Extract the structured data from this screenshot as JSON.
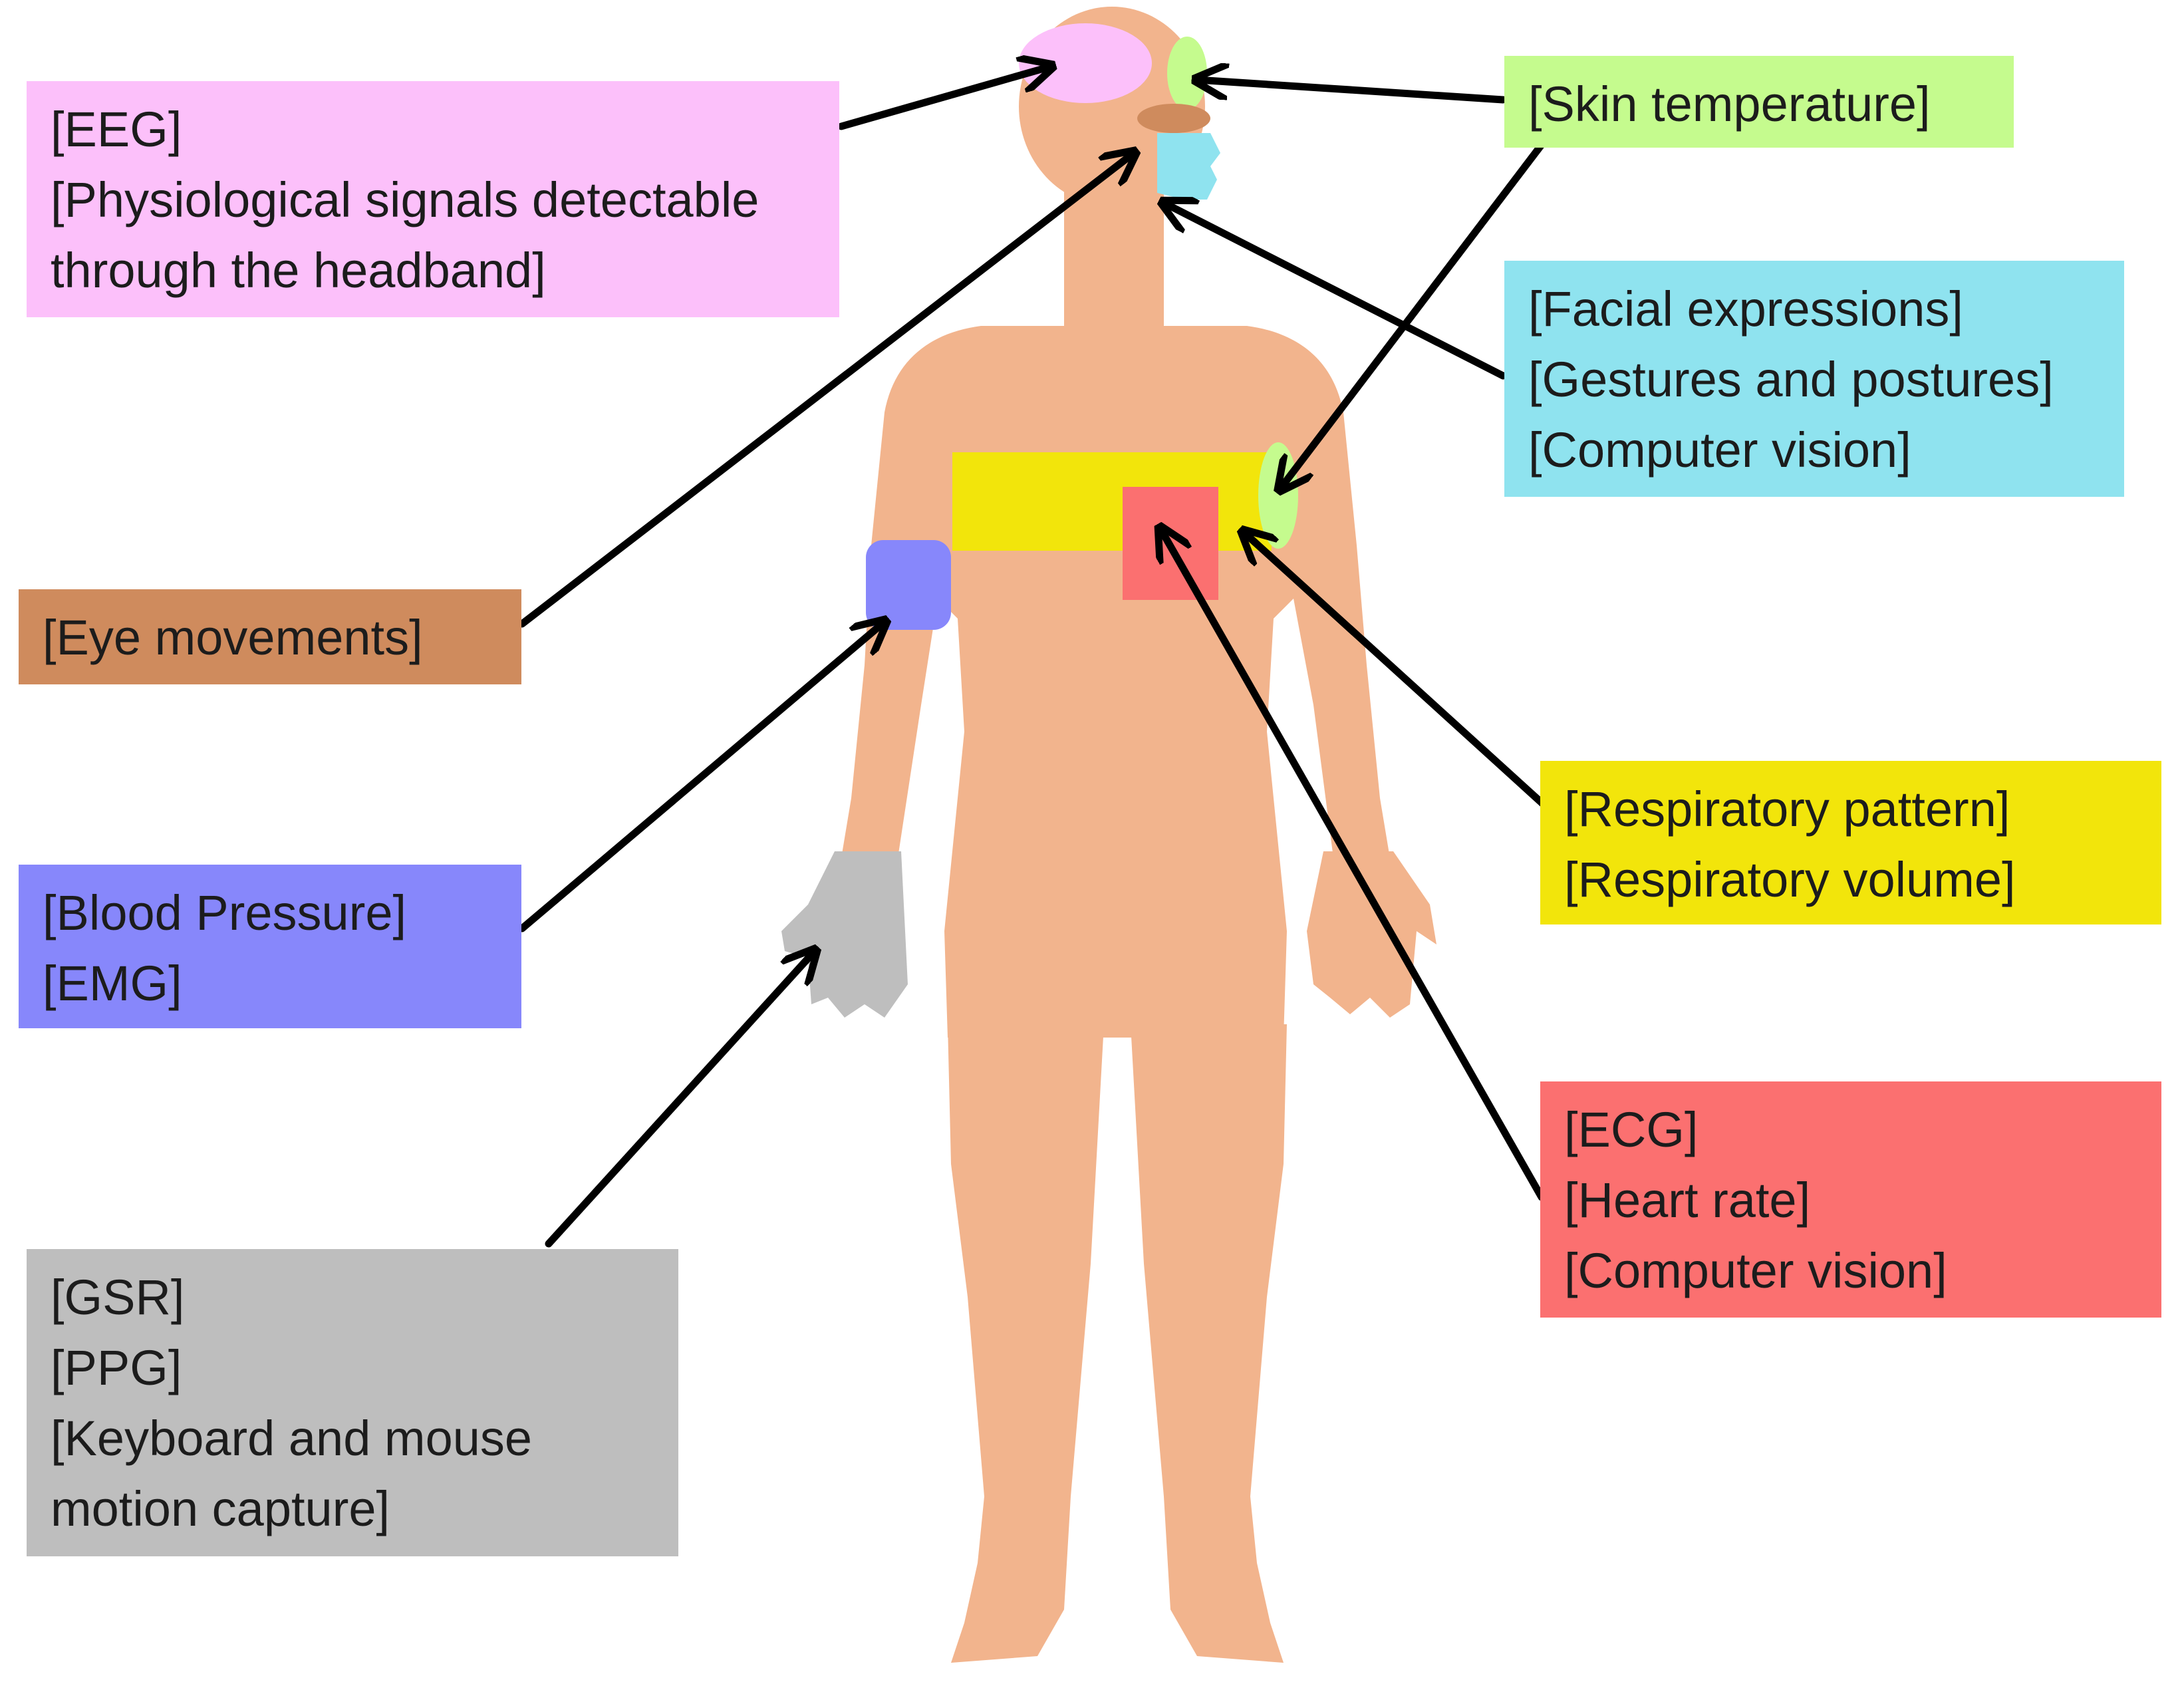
{
  "colors": {
    "background": "#ffffff",
    "skin": "#f2b48d",
    "arrow": "#000000",
    "eeg": "#fcc0fa",
    "skin_temperature": "#c5fb8e",
    "facial": "#8fe3ef",
    "eye": "#cf8b5d",
    "blood_pressure": "#8787fb",
    "gsr": "#bebebe",
    "respiratory": "#f2e50b",
    "ecg": "#fb7070"
  },
  "labels": {
    "eeg": [
      "[EEG]",
      "[Physiological signals detectable through the headband]"
    ],
    "skin_temperature": [
      "[Skin temperature]"
    ],
    "facial": [
      "[Facial expressions]",
      "[Gestures and postures]",
      "[Computer vision]"
    ],
    "eye": [
      "[Eye movements]"
    ],
    "blood_pressure": [
      "[Blood Pressure]",
      "[EMG]"
    ],
    "gsr": [
      "[GSR]",
      "[PPG]",
      "[Keyboard and mouse motion capture]"
    ],
    "respiratory": [
      "[Respiratory pattern]",
      "[Respiratory volume]"
    ],
    "ecg": [
      "[ECG]",
      "[Heart rate]",
      "[Computer vision]"
    ]
  },
  "sensor_regions": [
    {
      "name": "eeg-region",
      "color_key": "eeg"
    },
    {
      "name": "skin-temperature-head-region",
      "color_key": "skin_temperature"
    },
    {
      "name": "eye-region",
      "color_key": "eye"
    },
    {
      "name": "face-region",
      "color_key": "facial"
    },
    {
      "name": "respiratory-band-region",
      "color_key": "respiratory"
    },
    {
      "name": "heart-region",
      "color_key": "ecg"
    },
    {
      "name": "skin-temperature-arm-region",
      "color_key": "skin_temperature"
    },
    {
      "name": "blood-pressure-cuff-region",
      "color_key": "blood_pressure"
    },
    {
      "name": "hand-region",
      "color_key": "gsr"
    }
  ]
}
